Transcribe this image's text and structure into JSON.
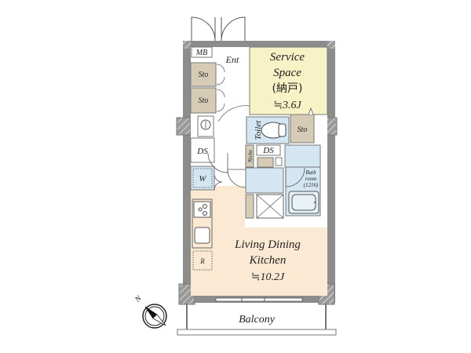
{
  "floor_plan": {
    "colors": {
      "wall": "#8c8c8c",
      "service_space": "#f8f3c6",
      "ldk": "#fbe9d3",
      "wet_area": "#d3e6f2",
      "storage": "#d6ccb6",
      "background": "#ffffff"
    },
    "rooms": {
      "service_space": {
        "line1": "Service",
        "line2": "Space",
        "line3": "(納戸)",
        "area": "≒3.6J"
      },
      "ldk": {
        "line1": "Living Dining",
        "line2": "Kitchen",
        "area": "≒10.2J"
      },
      "balcony": {
        "label": "Balcony"
      },
      "entrance": {
        "label": "Ent"
      },
      "meter_box": {
        "label": "MB"
      },
      "storage_1": {
        "label": "Sto"
      },
      "storage_2": {
        "label": "Sto"
      },
      "storage_3": {
        "label": "Sto"
      },
      "toilet": {
        "label": "Toilet"
      },
      "duct_space_1": {
        "label": "DS"
      },
      "duct_space_2": {
        "label": "DS"
      },
      "niche": {
        "label": "Niche"
      },
      "washer": {
        "label": "W"
      },
      "bathroom": {
        "line1": "Bath",
        "line2": "room",
        "line3": "(1216)"
      },
      "refrigerator": {
        "label": "R"
      }
    },
    "compass": {
      "label": "N"
    }
  }
}
